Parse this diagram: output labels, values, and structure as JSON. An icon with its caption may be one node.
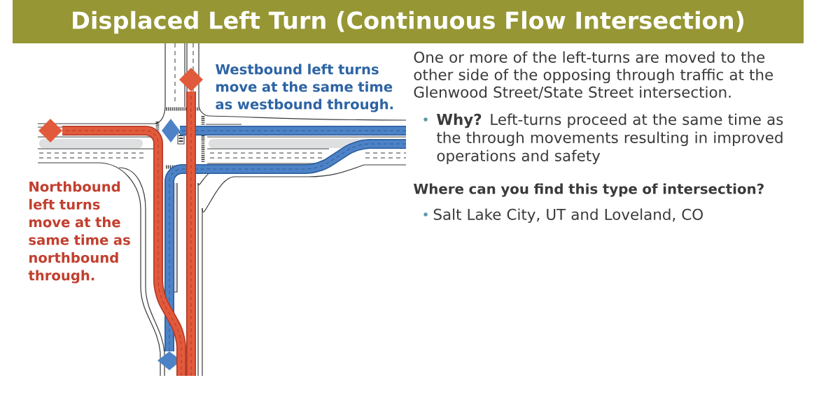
{
  "diagram": {
    "title": "Displaced Left Turn (Continuous Flow Intersection)",
    "labels": [
      "Westbound left turns move at the same time as westbound through.",
      "Northbound left turns move at the same time as northbound through.",
      "One or more of the left-turns are moved to the other side of the opposing through traffic at the Glenwood Street/State Street intersection.",
      "**Why?** Left-turns proceed at the same time as the through movements resulting in improved operations and safety",
      "Where can you find this type of intersection?",
      "Salt Lake City, UT and Loveland, CO"
    ]
  }
}
